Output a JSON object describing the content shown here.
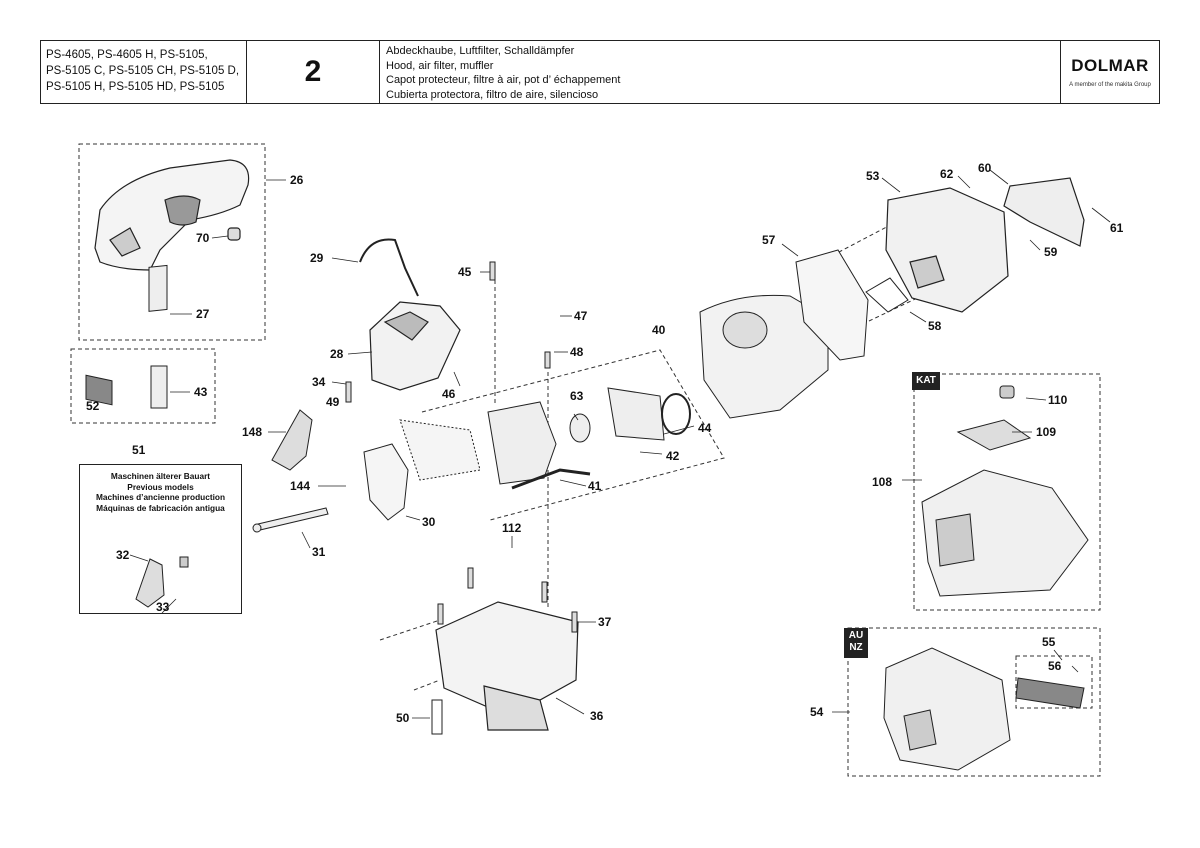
{
  "header": {
    "models": [
      "PS-4605, PS-4605 H, PS-5105,",
      "PS-5105 C, PS-5105 CH, PS-5105 D,",
      "PS-5105 H, PS-5105 HD, PS-5105"
    ],
    "page_number": "2",
    "titles": [
      "Abdeckhaube, Luftfilter, Schalldämpfer",
      "Hood, air filter, muffler",
      "Capot protecteur, filtre à air, pot d’ échappement",
      "Cubierta protectora, filtro de aire, silencioso"
    ],
    "brand": "DOLMAR",
    "brand_sub": "A member of the makita Group"
  },
  "old_models": {
    "lines": [
      "Maschinen älterer Bauart",
      "Previous models",
      "Machines d’ancienne production",
      "Máquinas de fabricación antigua"
    ]
  },
  "tags": {
    "kat": "KAT",
    "aunz_1": "AU",
    "aunz_2": "NZ"
  },
  "labels": {
    "p26": "26",
    "p70": "70",
    "p27": "27",
    "p52": "52",
    "p43": "43",
    "p51": "51",
    "p29": "29",
    "p28": "28",
    "p34": "34",
    "p49": "49",
    "p148": "148",
    "p144": "144",
    "p45": "45",
    "p47": "47",
    "p48": "48",
    "p46": "46",
    "p30": "30",
    "p31": "31",
    "p32": "32",
    "p33": "33",
    "p40": "40",
    "p63": "63",
    "p44": "44",
    "p42": "42",
    "p41": "41",
    "p112": "112",
    "p37": "37",
    "p36": "36",
    "p50": "50",
    "p57": "57",
    "p53": "53",
    "p62": "62",
    "p60": "60",
    "p61": "61",
    "p59": "59",
    "p58": "58",
    "p110": "110",
    "p109": "109",
    "p108": "108",
    "p55": "55",
    "p56": "56",
    "p54": "54"
  }
}
